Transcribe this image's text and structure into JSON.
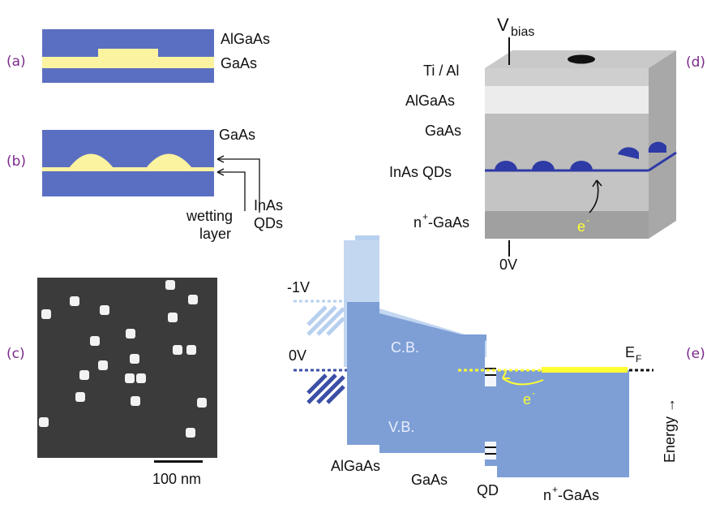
{
  "panels": {
    "a": "(a)",
    "b": "(b)",
    "c": "(c)",
    "d": "(d)",
    "e": "(e)"
  },
  "panel_a": {
    "top_label": "AlGaAs",
    "mid_label": "GaAs"
  },
  "panel_b": {
    "top_label": "GaAs",
    "qd_label_line1": "InAs",
    "qd_label_line2": "QDs",
    "wetting_line1": "wetting",
    "wetting_line2": "layer"
  },
  "panel_c": {
    "scale_label": "100 nm"
  },
  "panel_d": {
    "vbias": "V",
    "vbias_sub": "bias",
    "layers": [
      "Ti / Al",
      "AlGaAs",
      "GaAs",
      "InAs QDs",
      "n"
    ],
    "ngaas_sup": "+",
    "ngaas_rest": "-GaAs",
    "electron": "e",
    "electron_sup": "-",
    "ground": "0V"
  },
  "panel_e": {
    "minus1v": "-1V",
    "zerov": "0V",
    "cb": "C.B.",
    "vb": "V.B.",
    "ef": "E",
    "ef_sub": "F",
    "electron": "e",
    "electron_sup": "-",
    "energy": "Energy →",
    "bottom": {
      "algaas": "AlGaAs",
      "gaas": "GaAs",
      "qd": "QD",
      "ngaas_n": "n",
      "ngaas_sup": "+",
      "ngaas_rest": "-GaAs"
    }
  },
  "colors": {
    "blue": "#5b6fc2",
    "yellow": "#fbf3a0",
    "band_dark": "#7e9fd6",
    "band_light": "#b8d0ef",
    "panel_label": "#7a2a8a",
    "electron": "#ffff33"
  }
}
